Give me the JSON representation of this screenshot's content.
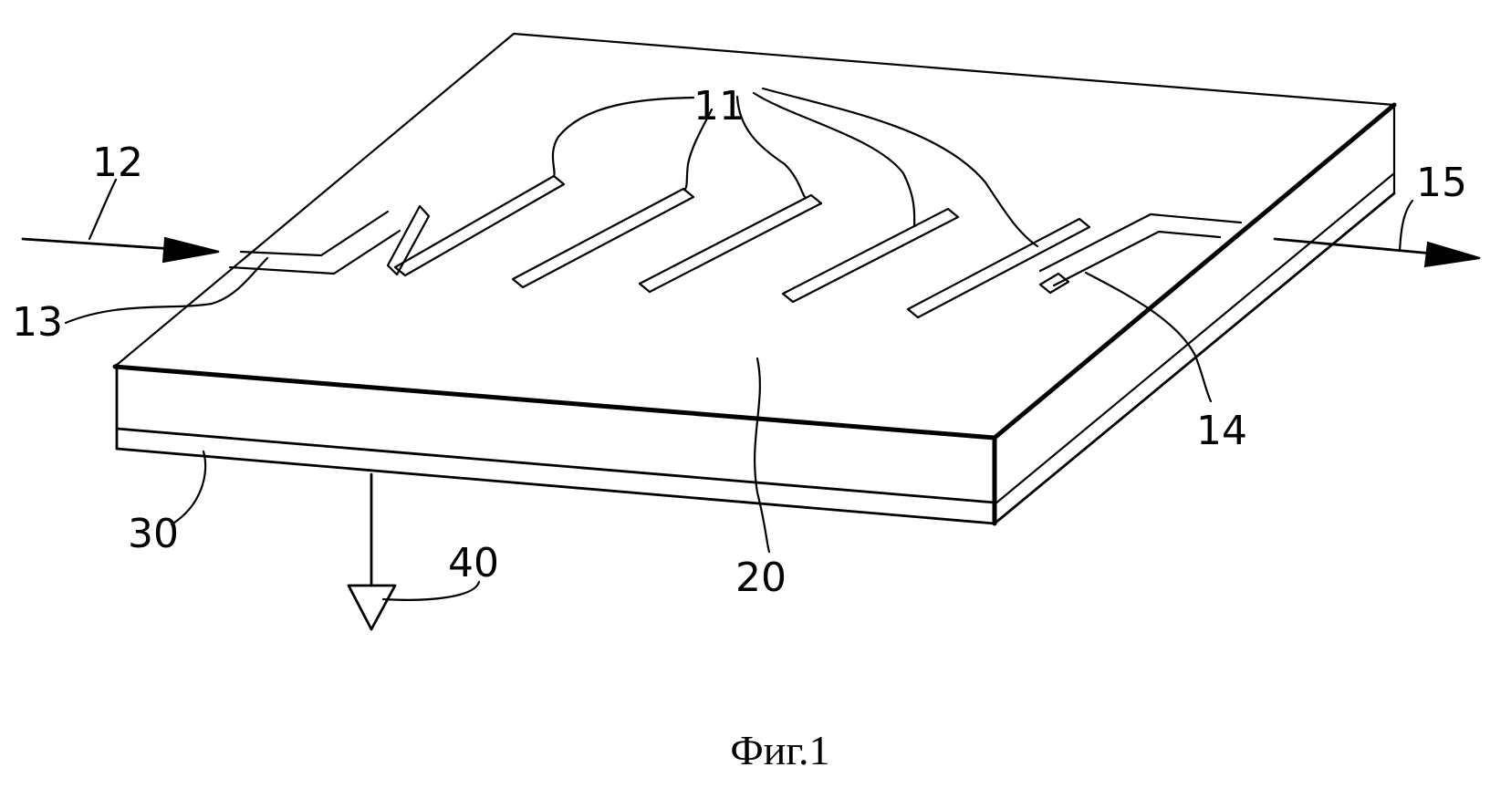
{
  "figure": {
    "caption": "Фиг.1",
    "labels": {
      "electrodes": "11",
      "input_signal": "12",
      "input_terminal": "13",
      "output_terminal": "14",
      "output_signal": "15",
      "substrate": "20",
      "ground_layer": "30",
      "ground": "40"
    }
  }
}
